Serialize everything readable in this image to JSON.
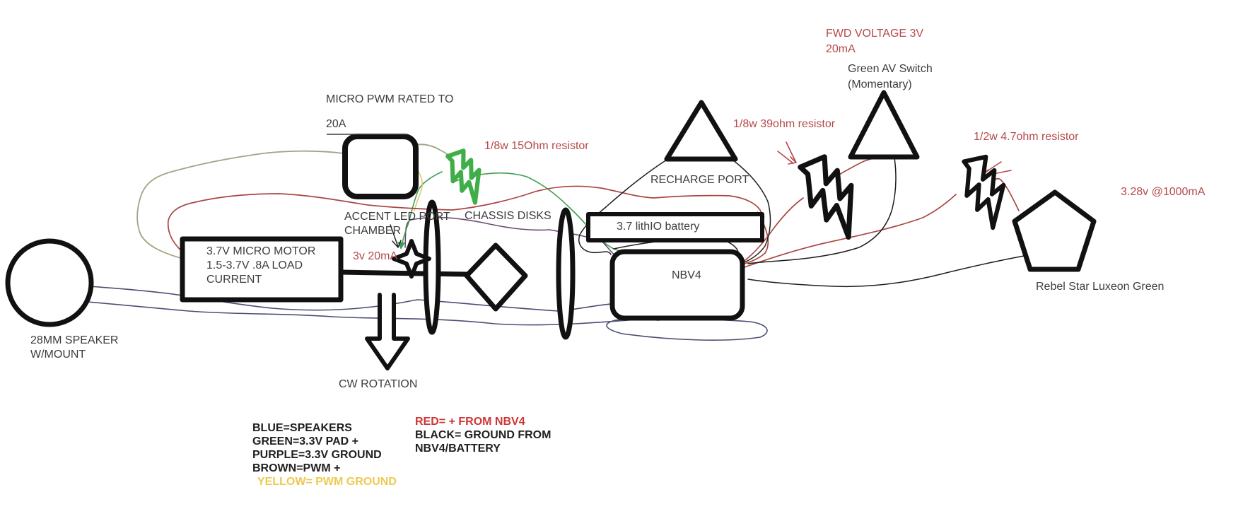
{
  "title": "Hand-drawn wiring diagram (paint sketch)",
  "components": {
    "speaker": {
      "line1": "28MM SPEAKER",
      "line2": "W/MOUNT"
    },
    "motor": {
      "line1": "3.7V MICRO MOTOR",
      "line2": "1.5-3.7V .8A LOAD",
      "line3": "CURRENT"
    },
    "pwm": {
      "line1": "MICRO PWM RATED TO",
      "line2": "20A"
    },
    "accent_led": {
      "line1": "ACCENT LED PORT",
      "line2": "CHAMBER",
      "rating": "3v 20mA"
    },
    "chassis_disks": {
      "label": "CHASSIS DISKS"
    },
    "resistor_15ohm": {
      "label": "1/8w 15Ohm resistor"
    },
    "recharge_port": {
      "label": "RECHARGE PORT"
    },
    "battery": {
      "label": "3.7 lithIO battery"
    },
    "nbv4": {
      "label": "NBV4"
    },
    "fwd_voltage": {
      "line1": "FWD VOLTAGE 3V",
      "line2": "20mA"
    },
    "av_switch": {
      "line1": "Green AV Switch",
      "line2": "(Momentary)"
    },
    "resistor_39ohm": {
      "label": "1/8w 39ohm resistor"
    },
    "resistor_47ohm": {
      "label": "1/2w 4.7ohm resistor"
    },
    "led_output": {
      "label": "3.28v @1000mA"
    },
    "luxeon_led": {
      "label": "Rebel Star Luxeon Green"
    },
    "rotation": {
      "label": "CW ROTATION"
    }
  },
  "legend": {
    "wire_colors": [
      "BLUE=SPEAKERS",
      "GREEN=3.3V PAD +",
      "PURPLE=3.3V GROUND",
      "BROWN=PWM +",
      "YELLOW= PWM GROUND"
    ],
    "power": [
      "RED= + FROM NBV4",
      "BLACK= GROUND FROM",
      "NBV4/BATTERY"
    ]
  },
  "colors": {
    "annotation_red": "#b5494a",
    "legend_red": "#d03434",
    "legend_yellow": "#edc94f",
    "wire_blue": "#4a4f73",
    "wire_purple": "#6d4a72",
    "wire_green": "#3f9e52",
    "wire_brown": "#a3a384",
    "wire_yellow": "#ddc45e",
    "wire_red": "#a84743",
    "wire_black": "#1d1d1d",
    "shape_stroke": "#111111",
    "resistor_green": "#3fae49"
  }
}
